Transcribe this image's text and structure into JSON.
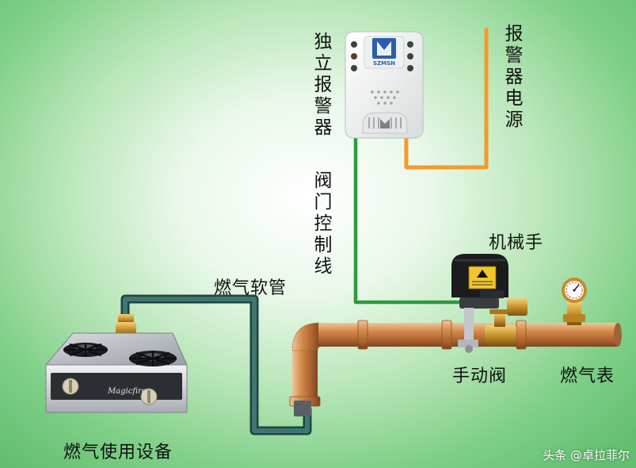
{
  "labels": {
    "standalone_alarm": "独立报警器",
    "alarm_power": "报警器电源",
    "valve_control_line": "阀门控制线",
    "manipulator": "机械手",
    "gas_hose": "燃气软管",
    "manual_valve": "手动阀",
    "gas_meter": "燃气表",
    "gas_appliance": "燃气使用设备"
  },
  "alarm_brand": "SZMSN",
  "stove_brand": "Magicfire",
  "watermark": "头条 @卓拉菲尔",
  "colors": {
    "alarm_power_wire": "#f39a2d",
    "valve_control_wire": "#2e9a3e",
    "gas_hose": "#2d5a55",
    "gas_pipe": "#c97a3e",
    "brass": "#c8922a"
  }
}
